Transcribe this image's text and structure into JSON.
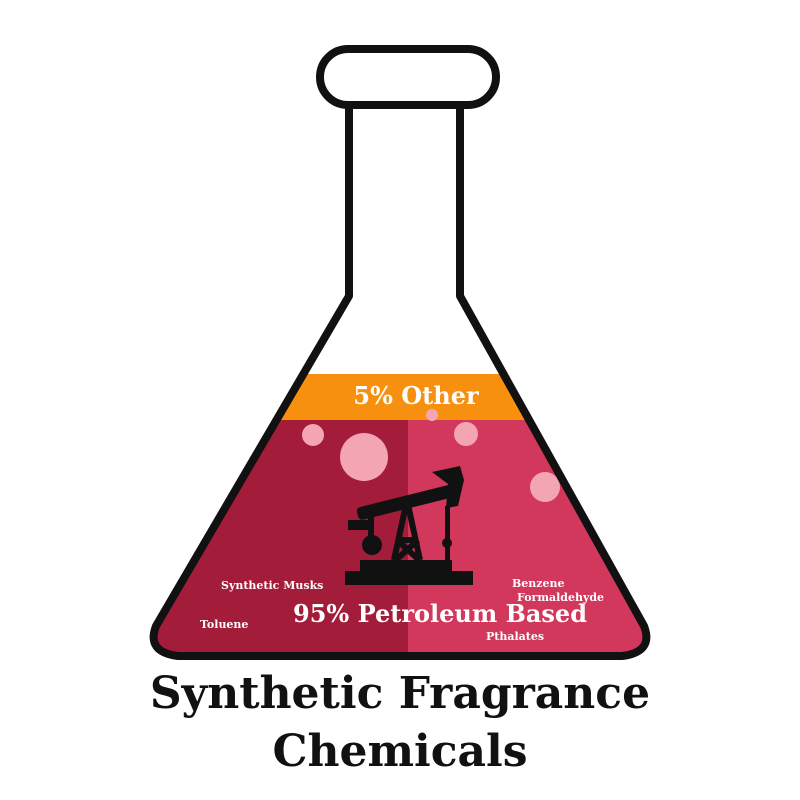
{
  "title": {
    "line1": "Synthetic Fragrance",
    "line2": "Chemicals"
  },
  "bands": {
    "other": {
      "label": "5% Other",
      "percent": 5,
      "color": "#f7900f"
    },
    "petroleum": {
      "label": "95% Petroleum Based",
      "percent": 95,
      "color_dark": "#a31c3a",
      "color_light": "#d2375c"
    }
  },
  "chemicals": [
    "Synthetic Musks",
    "Benzene",
    "Formaldehyde",
    "Toluene",
    "Pthalates"
  ],
  "icon": "oil-pumpjack-icon",
  "colors": {
    "outline": "#111111",
    "bubble": "#f4a5b4",
    "text_on_liquid": "#ffffff"
  }
}
